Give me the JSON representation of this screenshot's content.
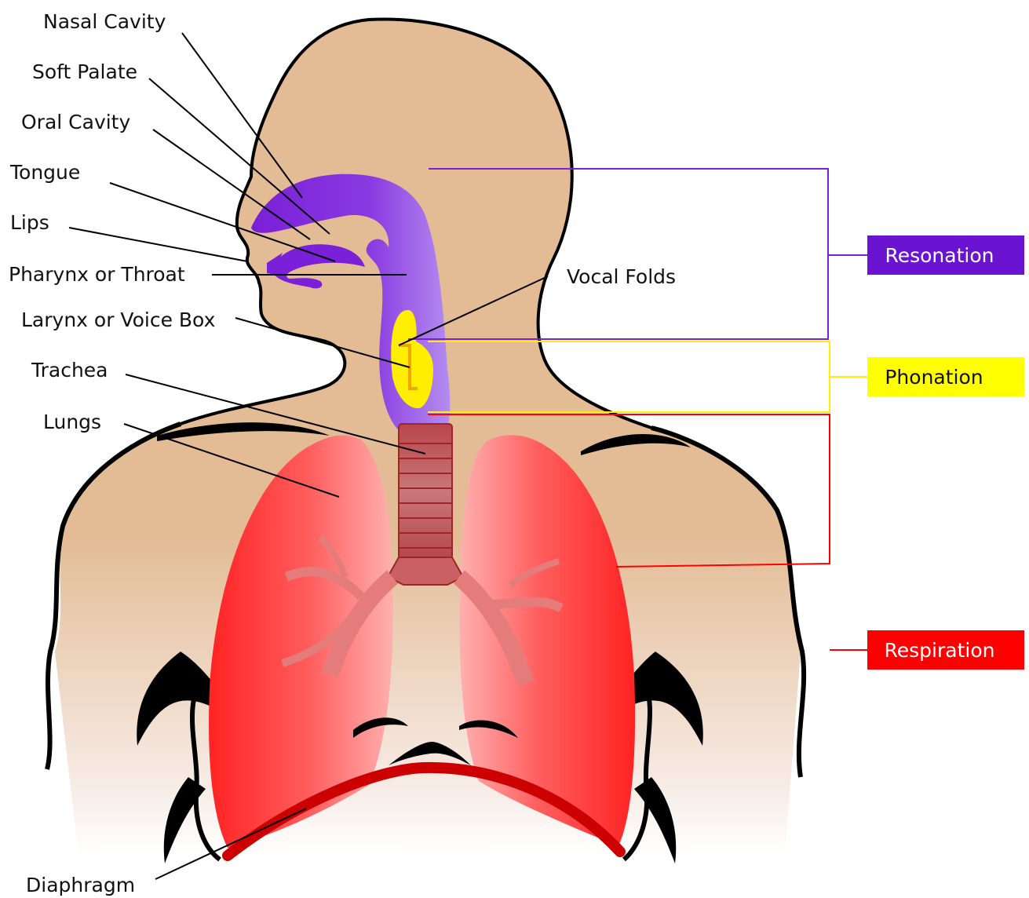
{
  "labels": {
    "nasal_cavity": "Nasal Cavity",
    "soft_palate": "Soft Palate",
    "oral_cavity": "Oral Cavity",
    "tongue": "Tongue",
    "lips": "Lips",
    "pharynx": "Pharynx or Throat",
    "larynx": "Larynx or Voice Box",
    "trachea": "Trachea",
    "lungs": "Lungs",
    "diaphragm": "Diaphragm",
    "vocal_folds": "Vocal Folds"
  },
  "groups": {
    "resonation": {
      "label": "Resonation",
      "color": "#6a14d1",
      "text_color": "#ffffff"
    },
    "phonation": {
      "label": "Phonation",
      "color": "#ffff00",
      "text_color": "#111111"
    },
    "respiration": {
      "label": "Respiration",
      "color": "#ff0000",
      "text_color": "#ffffff"
    }
  },
  "colors": {
    "skin": "#e3bc96",
    "vocal_tract": "#7a20d8",
    "larynx": "#ffee00",
    "lungs": "#ff3a3a",
    "trachea": "#b8454a",
    "diaphragm": "#cc0000",
    "outline": "#000000"
  }
}
